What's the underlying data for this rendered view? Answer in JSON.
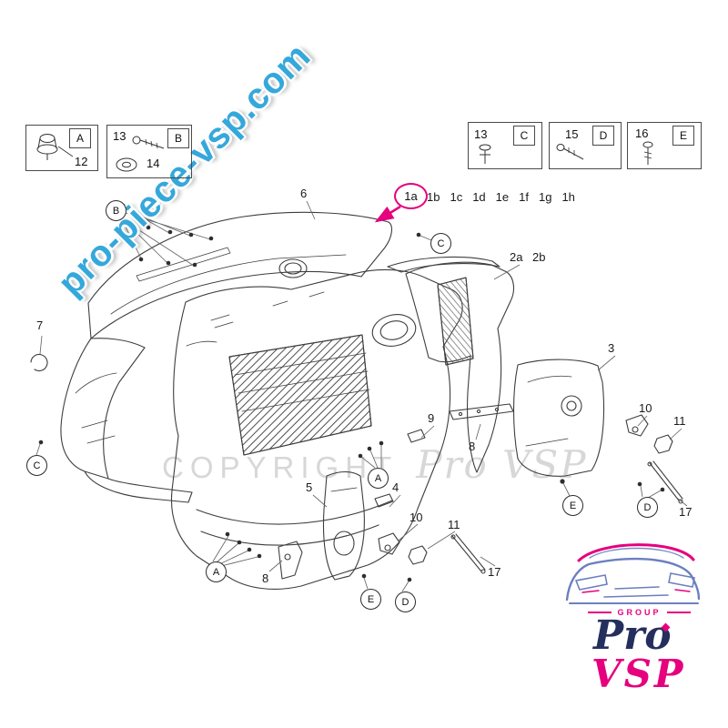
{
  "watermarks": {
    "diagonal": "pro-piece-vsp.com",
    "copyright_word": "COPYRIGHT",
    "copyright_brand": "Pro VSP"
  },
  "legend": [
    {
      "letter": "A",
      "numbers": [
        "12"
      ]
    },
    {
      "letter": "B",
      "numbers": [
        "13",
        "14"
      ]
    },
    {
      "letter": "C",
      "numbers": [
        "13"
      ]
    },
    {
      "letter": "D",
      "numbers": [
        "15"
      ]
    },
    {
      "letter": "E",
      "numbers": [
        "16"
      ]
    }
  ],
  "variants": {
    "highlighted": "1a",
    "others": [
      "1b",
      "1c",
      "1d",
      "1e",
      "1f",
      "1g",
      "1h"
    ]
  },
  "part_labels": [
    "6",
    "2a",
    "2b",
    "7",
    "3",
    "9",
    "8",
    "10",
    "11",
    "17",
    "5",
    "4",
    "10",
    "11",
    "17",
    "8"
  ],
  "callouts": [
    "B",
    "C",
    "C",
    "A",
    "A",
    "E",
    "D",
    "E",
    "D"
  ],
  "logo": {
    "group": "GROUP",
    "line1": "Pro",
    "line2": "VSP"
  },
  "colors": {
    "highlight_pink": "#E6007E",
    "watermark_blue": "#35A8DB",
    "logo_navy": "#252F5E",
    "logo_blue": "#6C7FBF"
  }
}
